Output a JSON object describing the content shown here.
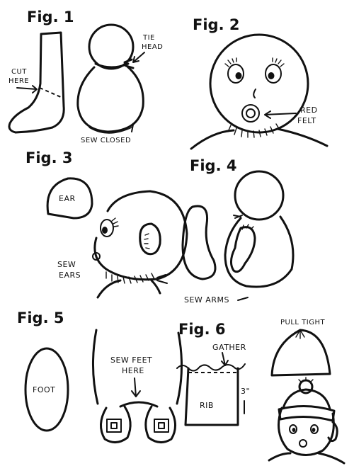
{
  "figures": {
    "fig1": {
      "title": "Fig. 1",
      "labels": {
        "cut": "CUT",
        "here": "HERE",
        "tie": "TIE",
        "head": "HEAD",
        "sew_closed": "SEW CLOSED"
      }
    },
    "fig2": {
      "title": "Fig. 2",
      "labels": {
        "red": "RED",
        "felt": "FELT"
      }
    },
    "fig3": {
      "title": "Fig. 3",
      "labels": {
        "ear": "EAR",
        "sew": "SEW",
        "ears": "EARS"
      }
    },
    "fig4": {
      "title": "Fig. 4",
      "labels": {
        "sew_arms": "SEW ARMS"
      }
    },
    "fig5": {
      "title": "Fig. 5",
      "labels": {
        "foot": "FOOT",
        "sew_feet": "SEW FEET",
        "here": "HERE"
      }
    },
    "fig6": {
      "title": "Fig. 6",
      "labels": {
        "gather": "GATHER",
        "rib": "RIB",
        "length": "3\"",
        "pull_tight": "PULL TIGHT"
      }
    }
  }
}
